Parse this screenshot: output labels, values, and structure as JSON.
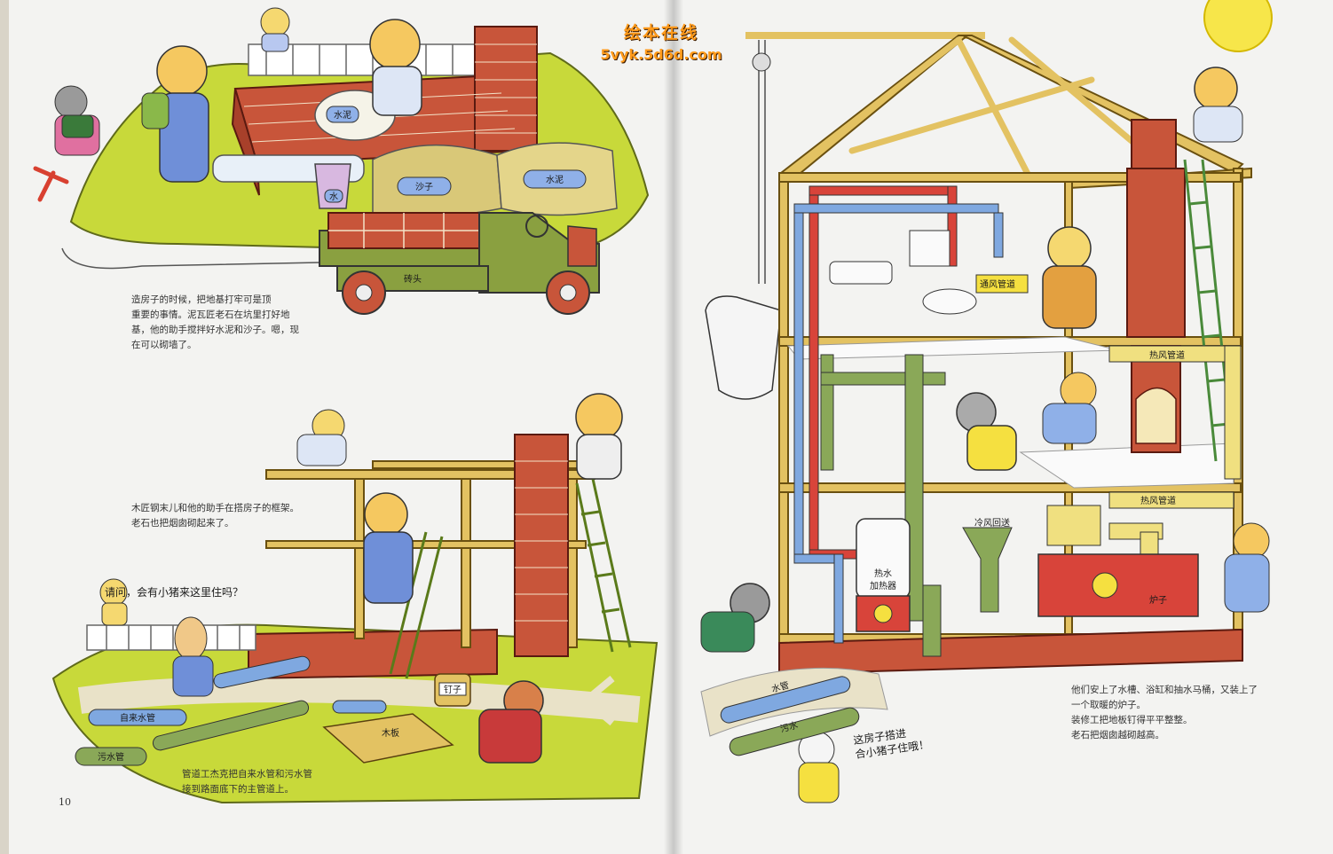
{
  "watermark": {
    "site_name": "绘本在线",
    "site_url": "5vyk.5d6d.com"
  },
  "page_number": "10",
  "captions": {
    "foundation": "造房子的时候，把地基打牢可是顶\n重要的事情。泥瓦匠老石在坑里打好地\n基，他的助手搅拌好水泥和沙子。嗯，现\n在可以砌墙了。",
    "frame": "木匠钢末儿和他的助手在搭房子的框架。\n老石也把烟囱砌起来了。",
    "pipes": "管道工杰克把自来水管和污水管\n接到路面底下的主管道上。",
    "interior": "他们安上了水槽、浴缸和抽水马桶，又装上了\n一个取暖的炉子。\n装修工把地板钉得平平整整。\n老石把烟囱越砌越高。"
  },
  "speech": {
    "question": "请问，会有小猪来这里住吗？",
    "answer": "这房子搭进\n合小猪子住哦！"
  },
  "labels": {
    "cement_bag": "水泥",
    "sand_bag": "沙子",
    "water_bag": "水泥",
    "bucket": "水",
    "truck": "砖头",
    "nail_barrel": "钉子",
    "wood_pile": "木板",
    "hot_water": "热水",
    "heater": "加热器",
    "hot_air": "热风管道",
    "hot_air_2": "热风管道",
    "cold_air": "冷风回送",
    "vent": "通风管道",
    "furnace": "炉子",
    "water_pipe": "自来水管",
    "sewer_pipe": "污水管",
    "street_pipe": "水管",
    "sewage": "污水"
  },
  "colors": {
    "page": "#f3f3f1",
    "grass": "#c8d93a",
    "brick": "#c8553a",
    "frame_wood": "#e3c262",
    "pipe_blue": "#7fa8e0",
    "pipe_red": "#d8443a",
    "pipe_green": "#8aa858",
    "sun": "#f7e64a",
    "watermark": "#ff9a1a"
  }
}
